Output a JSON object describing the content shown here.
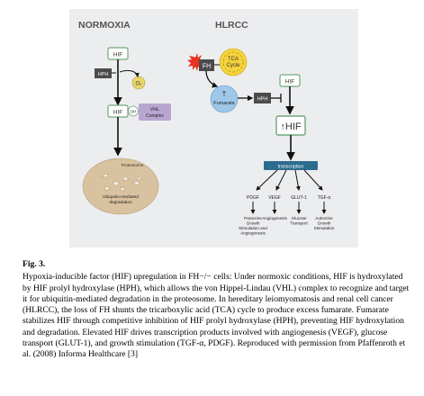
{
  "figure": {
    "normoxia": {
      "title": "NORMOXIA",
      "hif": "HIF",
      "hph": "HPH",
      "o2": "O₂",
      "hif_oh": "HIF",
      "oh": "OH",
      "vhl_line1": "VHL",
      "vhl_line2": "Complex",
      "proteosome": "Proteosome",
      "degradation_line1": "Ubiquitin-mediated",
      "degradation_line2": "degradation"
    },
    "hlrcc": {
      "title": "HLRCC",
      "fh": "FH",
      "tca_line1": "TCA",
      "tca_line2": "Cycle",
      "fumarate": "Fumarate",
      "hph": "HPH",
      "hif": "HIF",
      "hif_large": "↑HIF",
      "transcription": "transcription",
      "targets": [
        "PDGF",
        "VEGF",
        "GLUT-1",
        "TGF-α"
      ],
      "outcome1_lines": [
        "Paracrine",
        "Growth",
        "Stimulation and",
        "Angiogenesis"
      ],
      "outcome2": "Angiogenesis",
      "outcome3_lines": [
        "Glucose",
        "Transport"
      ],
      "outcome4_lines": [
        "Autocrine",
        "Growth",
        "Stimulation"
      ]
    },
    "colors": {
      "panel_bg": "#ecedef",
      "hif_box_stroke": "#6fa87a",
      "hph_box": "#4b4b4b",
      "vhl_box": "#b9a6d0",
      "o2_circle": "#e9d56a",
      "proteosome": "#d9c29f",
      "tca_circle": "#f4d33c",
      "fumarate_circle": "#9ec7ea",
      "transcription_bar": "#2c6c8e"
    }
  },
  "caption": {
    "label": "Fig. 3.",
    "text": "Hypoxia-inducible factor (HIF) upregulation in FH−/− cells: Under normoxic conditions, HIF is hydroxylated by HIF prolyl hydroxylase (HPH), which allows the von Hippel-Lindau (VHL) complex to recognize and target it for ubiquitin-mediated degradation in the proteosome. In hereditary leiomyomatosis and renal cell cancer (HLRCC), the loss of FH shunts the tricarboxylic acid (TCA) cycle to produce excess fumarate. Fumarate stabilizes HIF through competitive inhibition of HIF prolyl hydroxylase (HPH), preventing HIF hydroxylation and degradation. Elevated HIF drives transcription products involved with angiogenesis (VEGF), glucose transport (GLUT-1), and growth stimulation (TGF-α, PDGF). Reproduced with permission from Pfaffenroth et al. (2008) Informa Healthcare [3]"
  }
}
